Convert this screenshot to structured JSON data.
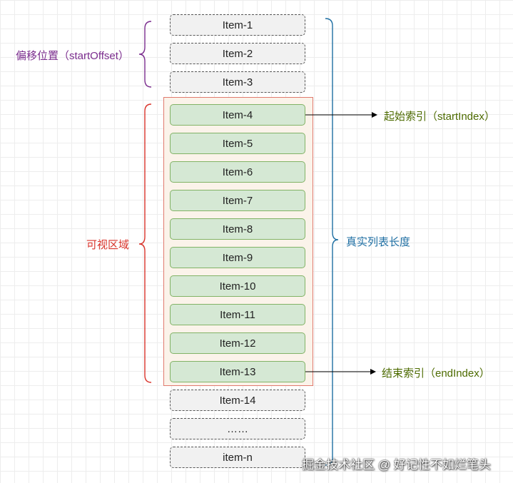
{
  "items": {
    "i1": "Item-1",
    "i2": "Item-2",
    "i3": "Item-3",
    "i4": "Item-4",
    "i5": "Item-5",
    "i6": "Item-6",
    "i7": "Item-7",
    "i8": "Item-8",
    "i9": "Item-9",
    "i10": "Item-10",
    "i11": "Item-11",
    "i12": "Item-12",
    "i13": "Item-13",
    "i14": "Item-14",
    "ellipsis": "……",
    "last": "item-n"
  },
  "labels": {
    "start_offset": "偏移位置（startOffset）",
    "visible_area": "可视区域",
    "total_length": "真实列表长度",
    "start_index": "起始索引（startIndex）",
    "end_index": "结束索引（endIndex）"
  },
  "colors": {
    "offset": "#7b2d8e",
    "visible_area": "#d9342b",
    "total_length": "#1f6fa3",
    "index": "#4d6b00",
    "visible_fill": "#d5e8d4",
    "visible_stroke": "#82b366",
    "hidden_fill": "#f1f1f1"
  },
  "watermark": "掘金技术社区 @ 好记性不如烂笔头"
}
